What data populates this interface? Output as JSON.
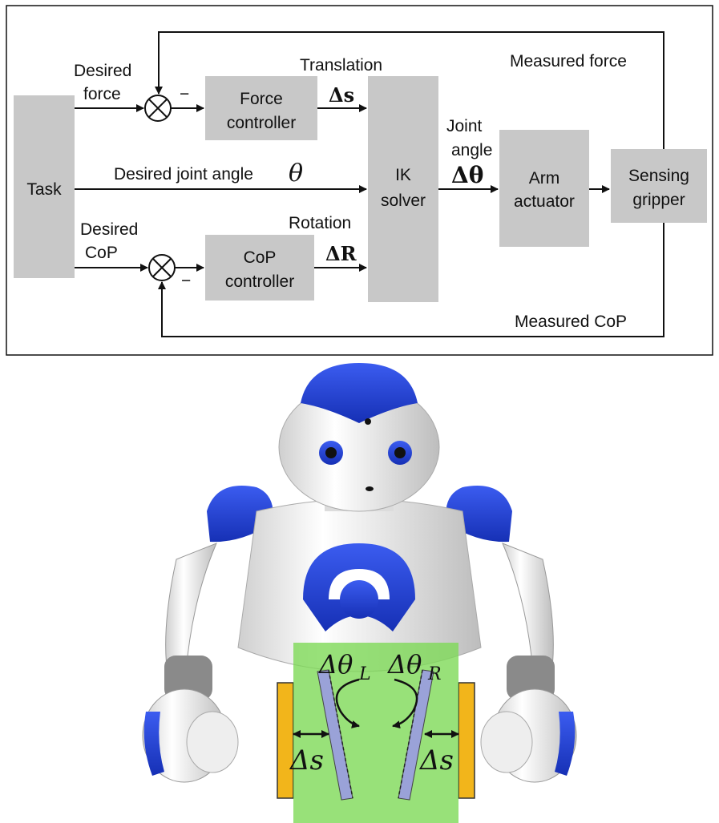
{
  "diagram": {
    "blocks": {
      "task": "Task",
      "force_controller": [
        "Force",
        "controller"
      ],
      "cop_controller": [
        "CoP",
        "controller"
      ],
      "ik_solver": [
        "IK",
        "solver"
      ],
      "arm_actuator": [
        "Arm",
        "actuator"
      ],
      "sensing_gripper": [
        "Sensing",
        "gripper"
      ]
    },
    "labels": {
      "desired_force": [
        "Desired",
        "force"
      ],
      "desired_cop": [
        "Desired",
        "CoP"
      ],
      "desired_joint_angle": "Desired joint angle",
      "theta_symbol": "θ",
      "translation": "Translation",
      "delta_s": "Δs",
      "rotation": "Rotation",
      "delta_r": "ΔR",
      "joint_angle": [
        "Joint",
        "angle"
      ],
      "delta_theta": "Δθ",
      "measured_force": "Measured force",
      "measured_cop": "Measured CoP",
      "minus": "−"
    }
  },
  "robot": {
    "labels": {
      "delta_theta_l": "Δθ",
      "sub_l": "L",
      "delta_theta_r": "Δθ",
      "sub_r": "R",
      "delta_s_left": "Δs",
      "delta_s_right": "Δs"
    },
    "colors": {
      "blue": "#1e3fd0",
      "white": "#f2f2f2",
      "green_overlay": "#7ed957",
      "pad": "#f2b51b",
      "plate": "#9aa2d8"
    }
  }
}
